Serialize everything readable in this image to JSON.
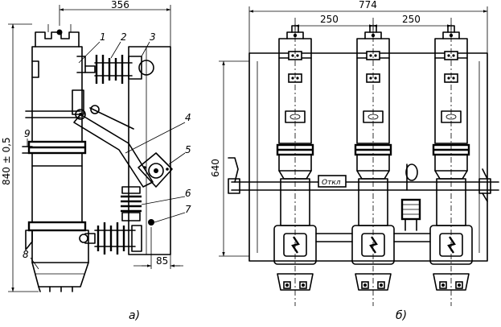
{
  "view_a": {
    "caption": "а)",
    "dimensions": {
      "width": "356",
      "height": "840 ± 0,5",
      "offset": "85"
    },
    "callouts": [
      "1",
      "2",
      "3",
      "4",
      "5",
      "6",
      "7",
      "8",
      "9"
    ]
  },
  "view_b": {
    "caption": "б)",
    "dimensions": {
      "overall_width": "774",
      "pitch_left": "250",
      "pitch_right": "250",
      "height": "640"
    },
    "plate_label": "Откл"
  }
}
